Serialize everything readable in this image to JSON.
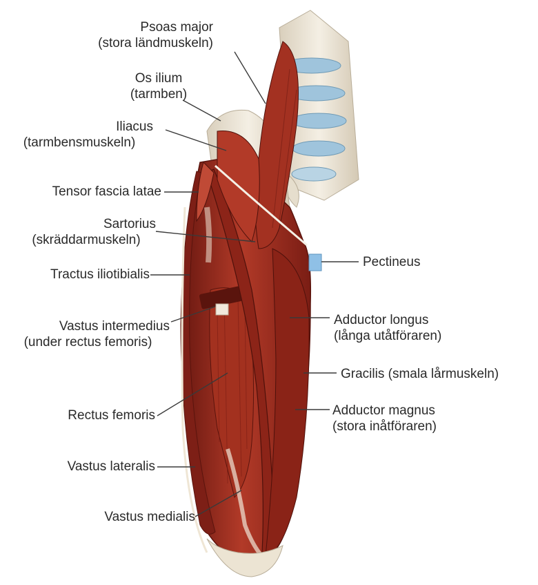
{
  "labels": {
    "psoas_major": "Psoas major",
    "psoas_major_sv": "(stora ländmuskeln)",
    "os_ilium": "Os ilium",
    "os_ilium_sv": "(tarmben)",
    "iliacus": "Iliacus",
    "iliacus_sv": "(tarmbensmuskeln)",
    "tensor": "Tensor fascia latae",
    "sartorius": "Sartorius",
    "sartorius_sv": "(skräddarmuskeln)",
    "tractus": "Tractus iliotibialis",
    "vastus_intermedius": "Vastus intermedius",
    "vastus_intermedius_sv": "(under rectus femoris)",
    "rectus_femoris": "Rectus femoris",
    "vastus_lateralis": "Vastus lateralis",
    "vastus_medialis": "Vastus medialis",
    "pectineus": "Pectineus",
    "adductor_longus": "Adductor longus",
    "adductor_longus_sv": "(långa utåtföraren)",
    "gracilis": "Gracilis (smala lårmuskeln)",
    "adductor_magnus": "Adductor magnus",
    "adductor_magnus_sv": "(stora inåtföraren)"
  },
  "colors": {
    "muscle": "#9b2a1f",
    "muscle_dark": "#6e1a12",
    "muscle_light": "#c04a36",
    "tendon": "#f1e9dc",
    "bone": "#ece4d3",
    "disc": "#9fc4dc",
    "pectineus_marker": "#8fc0e6",
    "leader": "#3a3a3a"
  }
}
